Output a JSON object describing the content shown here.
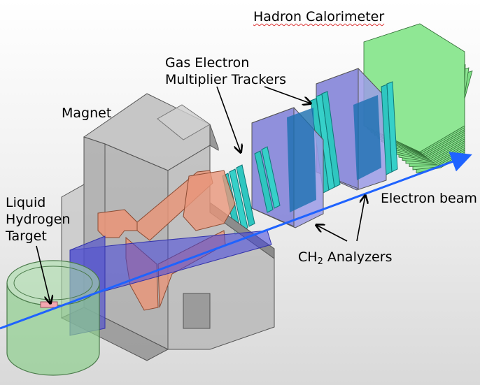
{
  "labels": {
    "hadron_calorimeter": "Hadron Calorimeter",
    "gem_line1": "Gas Electron",
    "gem_line2": "Multiplier Trackers",
    "magnet": "Magnet",
    "target_line1": "Liquid",
    "target_line2": "Hydrogen",
    "target_line3": "Target",
    "electron_beam": "Electron beam",
    "ch2_prefix": "CH",
    "ch2_subscript": "2",
    "ch2_suffix": " Analyzers"
  },
  "colors": {
    "calorimeter": "#7fdf86",
    "gem": "#2fc6c0",
    "analyzer": "#9b9be6",
    "magnet_yoke": "#9a9a9a",
    "coil": "#e8967a",
    "target": "#8fcf8f",
    "beam": "#1f63ff"
  }
}
